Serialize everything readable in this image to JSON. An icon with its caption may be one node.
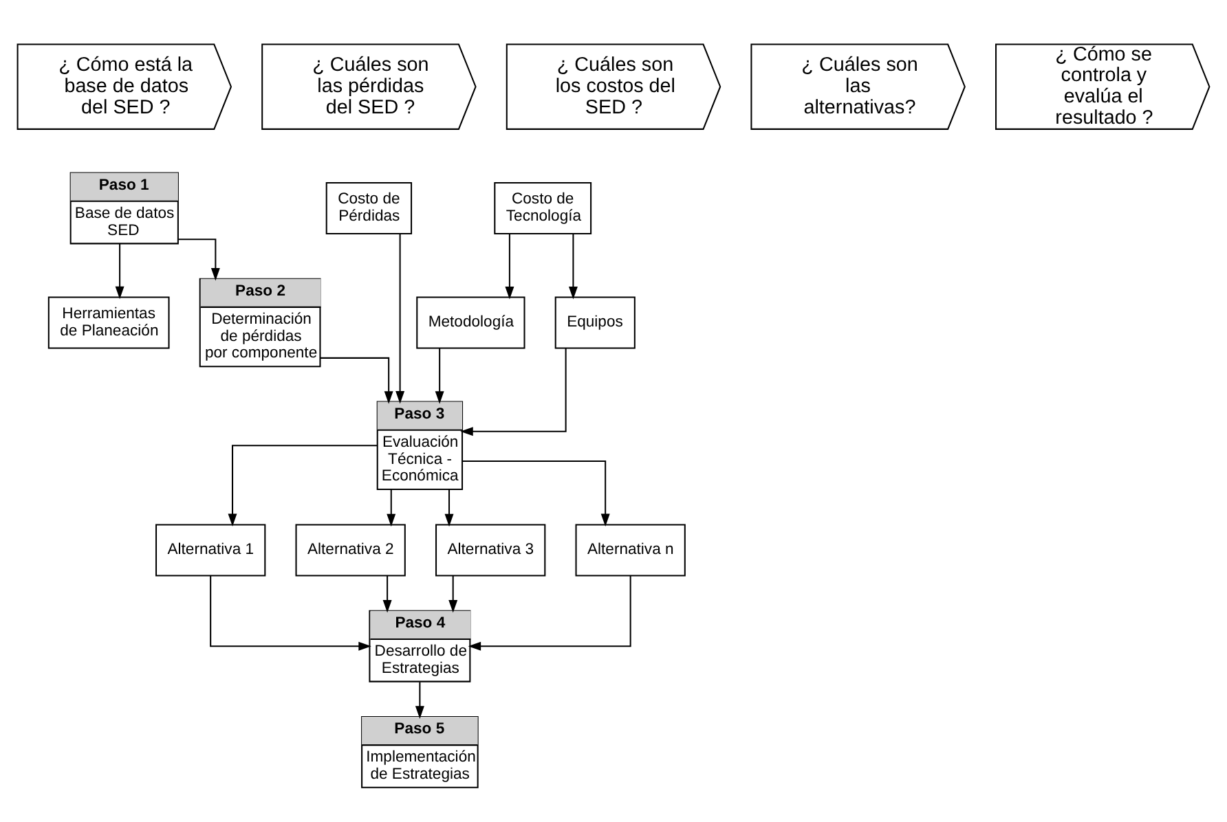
{
  "diagram": {
    "nodes": [
      {
        "text": [
          "¿ Cómo está la base de datos del SED ?"
        ]
      },
      {
        "text": [
          "¿ Cuáles son las pérdidas del SED ?"
        ]
      },
      {
        "text": [
          "¿ Cuáles son los costos del SED ?"
        ]
      },
      {
        "text": [
          "¿ Cuáles son las alternativas?"
        ]
      },
      {
        "text": [
          "¿ Cómo se controla y evalúa el resultado ?"
        ]
      },
      {
        "text": [
          "Paso 1",
          "Base de datos SED"
        ]
      },
      {
        "text": [
          "Herramientas de Planeación"
        ]
      },
      {
        "text": [
          "Paso 2",
          "Determinación de pérdidas por componente"
        ]
      },
      {
        "text": [
          "Costo de Pérdidas"
        ]
      },
      {
        "text": [
          "Costo de Tecnología"
        ]
      },
      {
        "text": [
          "Metodología"
        ]
      },
      {
        "text": [
          "Equipos"
        ]
      },
      {
        "text": [
          "Paso 3",
          "Evaluación Técnica - Económica"
        ]
      },
      {
        "text": [
          "Alternativa 1"
        ]
      },
      {
        "text": [
          "Alternativa 2"
        ]
      },
      {
        "text": [
          "Alternativa 3"
        ]
      },
      {
        "text": [
          "Alternativa n"
        ]
      },
      {
        "text": [
          "Paso 4",
          "Desarrollo de Estrategias"
        ]
      },
      {
        "text": [
          "Paso 5",
          "Implementación de Estrategias"
        ]
      }
    ],
    "edges": [
      {
        "from": 5,
        "to": 6,
        "arrow": "to"
      },
      {
        "from": 5,
        "to": 7,
        "arrow": "to"
      },
      {
        "from": 7,
        "to": 12,
        "arrow": "to"
      },
      {
        "from": 8,
        "to": 12,
        "arrow": "to"
      },
      {
        "from": 9,
        "to": 11,
        "arrow": "to"
      },
      {
        "from": 9,
        "to": 10,
        "arrow": "to"
      },
      {
        "from": 11,
        "to": 12,
        "arrow": "to"
      },
      {
        "from": 10,
        "to": 12,
        "arrow": "to"
      },
      {
        "from": 12,
        "to": 13,
        "arrow": "to"
      },
      {
        "from": 12,
        "to": 14,
        "arrow": "to"
      },
      {
        "from": 12,
        "to": 15,
        "arrow": "to"
      },
      {
        "from": 12,
        "to": 16,
        "arrow": "to"
      },
      {
        "from": 13,
        "to": 17,
        "arrow": "to"
      },
      {
        "from": 14,
        "to": 17,
        "arrow": "to"
      },
      {
        "from": 15,
        "to": 17,
        "arrow": "to"
      },
      {
        "from": 16,
        "to": 17,
        "arrow": "to"
      },
      {
        "from": 17,
        "to": 18,
        "arrow": "to"
      }
    ]
  }
}
